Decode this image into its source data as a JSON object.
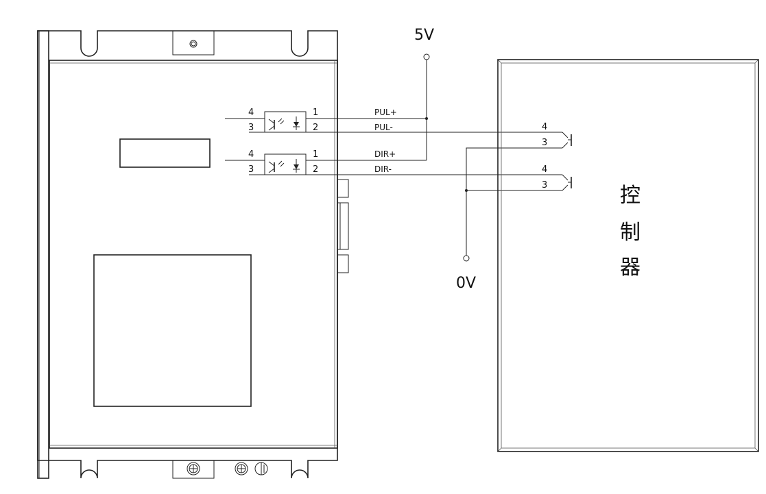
{
  "labels": {
    "supply_5v": "5V",
    "ground_0v": "0V",
    "controller_chars": [
      "控",
      "制",
      "器"
    ]
  },
  "signals": {
    "pul_plus": "PUL+",
    "pul_minus": "PUL-",
    "dir_plus": "DIR+",
    "dir_minus": "DIR-"
  },
  "pins": {
    "one": "1",
    "two": "2",
    "three": "3",
    "four": "4"
  }
}
